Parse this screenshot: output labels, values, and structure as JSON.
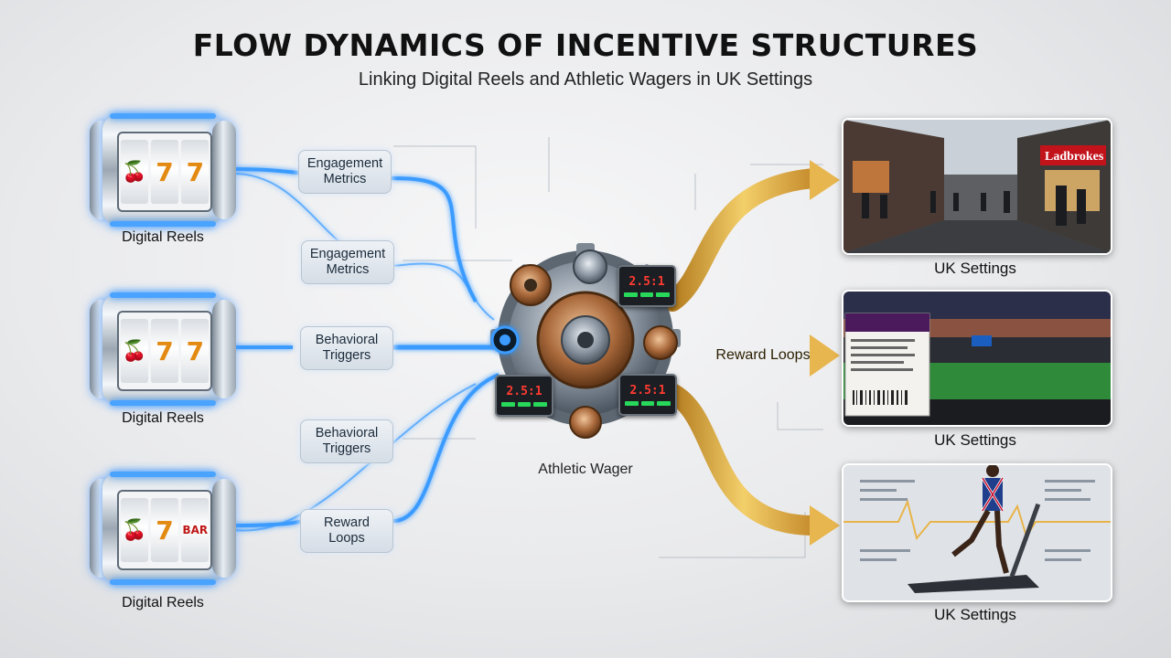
{
  "header": {
    "title": "FLOW DYNAMICS OF INCENTIVE STRUCTURES",
    "subtitle": "Linking Digital Reels and Athletic Wagers in UK Settings"
  },
  "reels": [
    {
      "label": "Digital Reels",
      "symbols": [
        "🍒",
        "7",
        "7"
      ]
    },
    {
      "label": "Digital Reels",
      "symbols": [
        "🍒",
        "7",
        "7"
      ]
    },
    {
      "label": "Digital Reels",
      "symbols": [
        "🍒",
        "7",
        "BAR"
      ]
    }
  ],
  "metrics": [
    {
      "line1": "Engagement",
      "line2": "Metrics"
    },
    {
      "line1": "Engagement",
      "line2": "Metrics"
    },
    {
      "line1": "Behavioral",
      "line2": "Triggers"
    },
    {
      "line1": "Behavioral",
      "line2": "Triggers"
    },
    {
      "line1": "Reward",
      "line2": "Loops"
    }
  ],
  "hub": {
    "label": "Athletic Wager",
    "odds": [
      "2.5:1",
      "2.5:1",
      "2.5:1"
    ]
  },
  "reward_tag": "Reward Loops",
  "panels": [
    {
      "label": "UK Settings",
      "shop_sign": "Ladbrokes"
    },
    {
      "label": "UK Settings"
    },
    {
      "label": "UK Settings"
    }
  ],
  "colors": {
    "blue_flow": "#3b9bff",
    "gold_flow": "#d9a23a",
    "accent_red": "#d2141e"
  }
}
